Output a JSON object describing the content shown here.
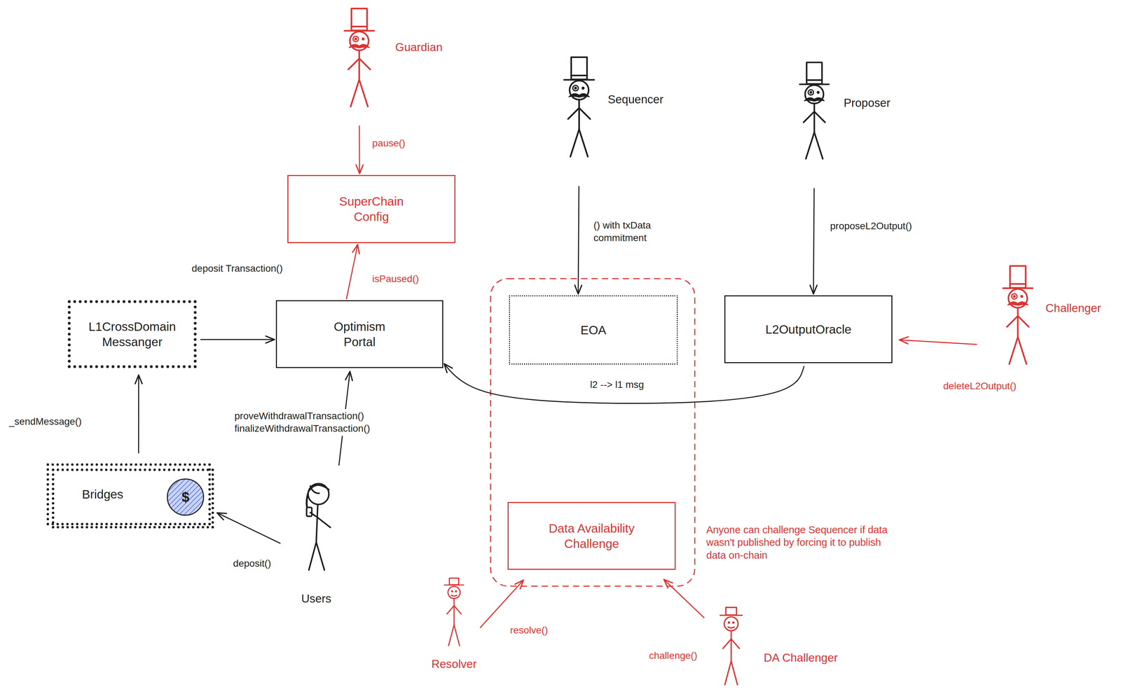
{
  "diagram": {
    "nodes": [
      {
        "text": [
          "Guardian"
        ]
      },
      {
        "text": [
          "Sequencer"
        ]
      },
      {
        "text": [
          "Proposer"
        ]
      },
      {
        "text": [
          "SuperChain Config"
        ]
      },
      {
        "text": [
          "L1CrossDomain Messanger"
        ]
      },
      {
        "text": [
          "Optimism Portal"
        ]
      },
      {
        "text": [
          "EOA"
        ]
      },
      {
        "text": [
          "L2OutputOracle"
        ]
      },
      {
        "text": [
          "Challenger"
        ]
      },
      {
        "text": [
          "Bridges"
        ]
      },
      {
        "text": [
          "$"
        ],
        "in": 9
      },
      {
        "text": [
          "Users"
        ]
      },
      {
        "text": [
          "Data Availability Challenge"
        ]
      },
      {
        "text": [
          "Resolver"
        ]
      },
      {
        "text": [
          "DA Challenger"
        ]
      }
    ],
    "edges": [
      {
        "from": 0,
        "to": 3,
        "label": "pause()",
        "arrow": "to"
      },
      {
        "from": 5,
        "to": 3,
        "label": "isPaused()",
        "arrow": "to"
      },
      {
        "from": 4,
        "to": 5,
        "label": "deposit Transaction()",
        "arrow": "to"
      },
      {
        "from": 9,
        "to": 4,
        "label": "_sendMessage()",
        "arrow": "to"
      },
      {
        "from": 11,
        "to": 5,
        "label": "proveWithdrawalTransaction() finalizeWithdrawalTransaction()",
        "arrow": "to"
      },
      {
        "from": 11,
        "to": 9,
        "label": "deposit()",
        "arrow": "to"
      },
      {
        "from": 1,
        "to": 6,
        "label": "() with txData commitment",
        "arrow": "to"
      },
      {
        "from": 2,
        "to": 7,
        "label": "proposeL2Output()",
        "arrow": "to"
      },
      {
        "from": 8,
        "to": 7,
        "label": "deleteL2Output()",
        "arrow": "to"
      },
      {
        "from": 7,
        "to": 5,
        "label": "l2 --> l1 msg",
        "arrow": "to"
      },
      {
        "from": 13,
        "to": 12,
        "label": "resolve()",
        "arrow": "to"
      },
      {
        "from": 14,
        "to": 12,
        "label": "challenge()",
        "arrow": "to"
      }
    ],
    "labels": [
      "Anyone can challenge Sequencer if data wasn't published by forcing it to publish data on-chain"
    ]
  }
}
